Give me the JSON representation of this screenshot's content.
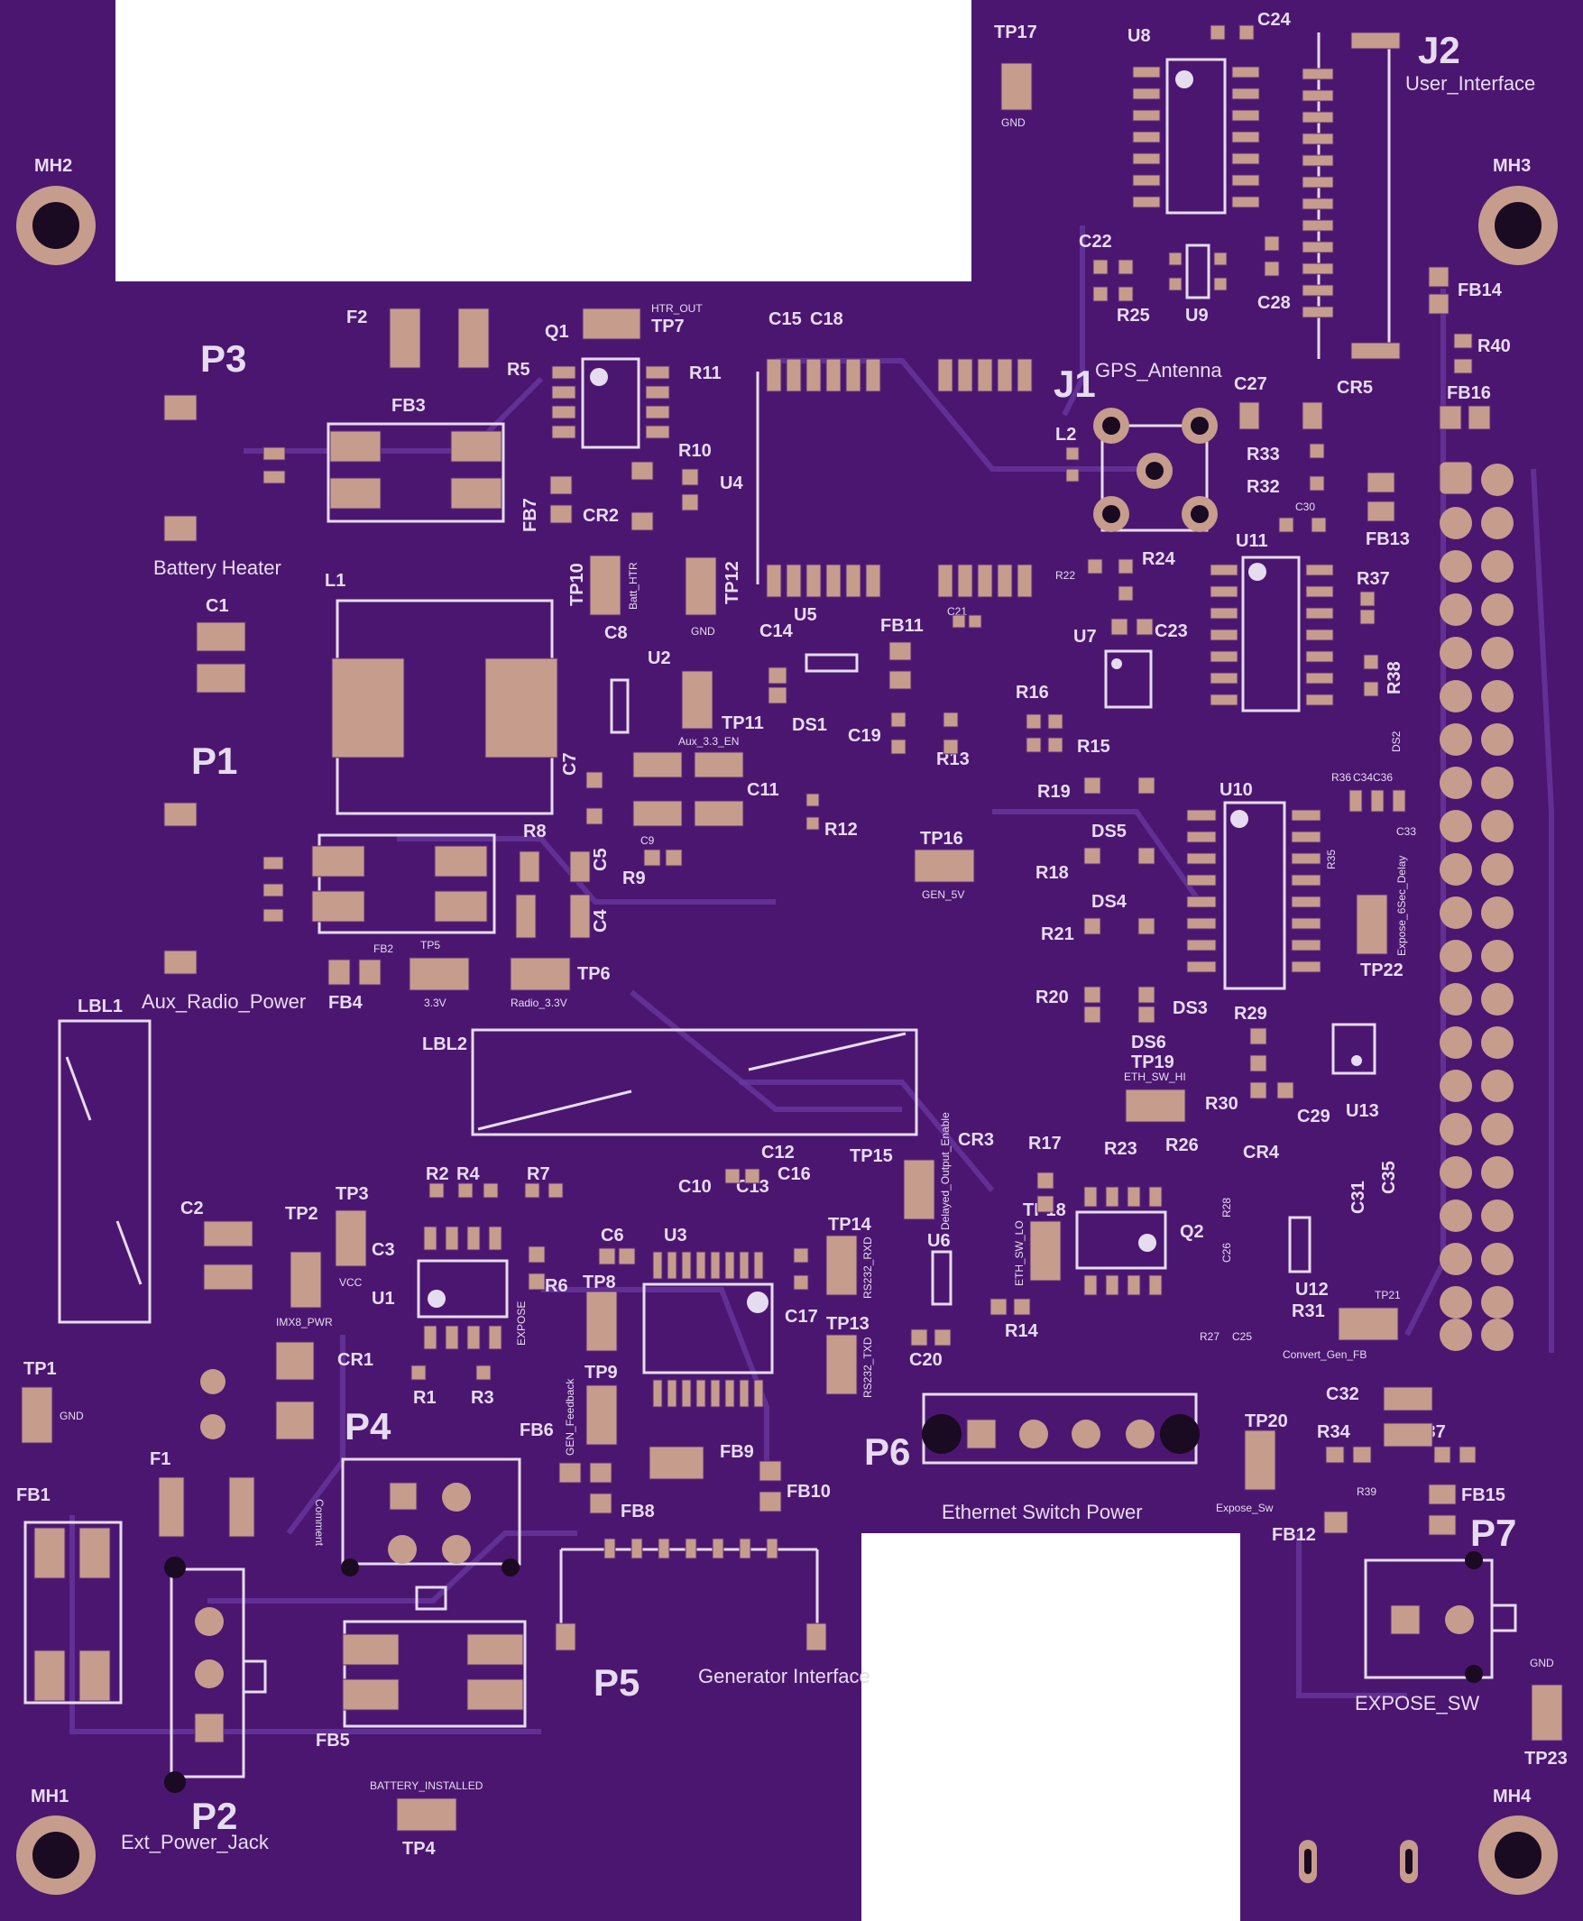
{
  "colors": {
    "board": "#4b1670",
    "cutout": "#ffffff",
    "pad": "#c69c8c",
    "silkscreen": "#e6dcef",
    "trace": "#6a3aa0",
    "hole": "#1a0a22"
  },
  "mounting_holes": [
    {
      "label": "MH1"
    },
    {
      "label": "MH2"
    },
    {
      "label": "MH3"
    },
    {
      "label": "MH4"
    }
  ],
  "connectors": {
    "P1": {
      "ref": "P1",
      "name": "Aux_Radio_Power"
    },
    "P2": {
      "ref": "P2",
      "name": "Ext_Power_Jack"
    },
    "P3": {
      "ref": "P3",
      "name": "Battery Heater"
    },
    "P4": {
      "ref": "P4",
      "name": "Comment"
    },
    "P5": {
      "ref": "P5",
      "name": "Generator Interface"
    },
    "P6": {
      "ref": "P6",
      "name": "Ethernet Switch Power"
    },
    "P7": {
      "ref": "P7",
      "name": "EXPOSE_SW"
    },
    "J1": {
      "ref": "J1",
      "name": "GPS_Antenna"
    },
    "J2": {
      "ref": "J2",
      "name": "User_Interface"
    }
  },
  "labels_LBL": [
    "LBL1",
    "LBL2"
  ],
  "test_points": [
    {
      "ref": "TP1",
      "note": "GND"
    },
    {
      "ref": "TP2",
      "note": "IMX8_PWR"
    },
    {
      "ref": "TP3",
      "note": "VCC"
    },
    {
      "ref": "TP4",
      "note": "BATTERY_INSTALLED"
    },
    {
      "ref": "TP5",
      "note": "3.3V"
    },
    {
      "ref": "TP6",
      "note": "Radio_3.3V"
    },
    {
      "ref": "TP7",
      "note": "HTR_OUT"
    },
    {
      "ref": "TP8",
      "note": "EXPOSE"
    },
    {
      "ref": "TP9",
      "note": "GEN_Feedback"
    },
    {
      "ref": "TP10",
      "note": "Batt_HTR"
    },
    {
      "ref": "TP11",
      "note": "Aux_3.3_EN"
    },
    {
      "ref": "TP12",
      "note": "GND"
    },
    {
      "ref": "TP13",
      "note": "RS232_TXD"
    },
    {
      "ref": "TP14",
      "note": "RS232_RXD"
    },
    {
      "ref": "TP15",
      "note": "Delayed_Output_Enable"
    },
    {
      "ref": "TP16",
      "note": "GEN_5V"
    },
    {
      "ref": "TP17",
      "note": "GND"
    },
    {
      "ref": "TP18",
      "note": "ETH_SW_LO"
    },
    {
      "ref": "TP19",
      "note": "ETH_SW_HI"
    },
    {
      "ref": "TP20",
      "note": "Expose_Sw"
    },
    {
      "ref": "TP21",
      "note": "Convert_Gen_FB"
    },
    {
      "ref": "TP22",
      "note": "Expose_6Sec_Delay"
    },
    {
      "ref": "TP23",
      "note": "GND"
    }
  ],
  "ics": [
    "U1",
    "U2",
    "U3",
    "U4",
    "U5",
    "U6",
    "U7",
    "U8",
    "U9",
    "U10",
    "U11",
    "U12",
    "U13",
    "Q1",
    "Q2"
  ],
  "inductors": [
    "L1",
    "L2",
    "F1",
    "F2"
  ],
  "ferrites": [
    "FB1",
    "FB2",
    "FB3",
    "FB4",
    "FB5",
    "FB6",
    "FB7",
    "FB8",
    "FB9",
    "FB10",
    "FB11",
    "FB12",
    "FB13",
    "FB14",
    "FB15",
    "FB16"
  ],
  "diodes": [
    "CR1",
    "CR2",
    "CR3",
    "CR4",
    "CR5",
    "DS1",
    "DS2",
    "DS3",
    "DS4",
    "DS5",
    "DS6"
  ],
  "capacitors": [
    "C1",
    "C2",
    "C3",
    "C4",
    "C5",
    "C6",
    "C7",
    "C8",
    "C9",
    "C10",
    "C11",
    "C12",
    "C13",
    "C14",
    "C15",
    "C16",
    "C17",
    "C18",
    "C19",
    "C20",
    "C21",
    "C22",
    "C23",
    "C24",
    "C25",
    "C26",
    "C27",
    "C28",
    "C29",
    "C30",
    "C31",
    "C32",
    "C33",
    "C34",
    "C35",
    "C36",
    "C37"
  ],
  "resistors": [
    "R1",
    "R2",
    "R3",
    "R4",
    "R5",
    "R6",
    "R7",
    "R8",
    "R9",
    "R10",
    "R11",
    "R12",
    "R13",
    "R14",
    "R15",
    "R16",
    "R17",
    "R18",
    "R19",
    "R20",
    "R21",
    "R22",
    "R23",
    "R24",
    "R25",
    "R26",
    "R27",
    "R28",
    "R29",
    "R30",
    "R31",
    "R32",
    "R33",
    "R34",
    "R35",
    "R36",
    "R37",
    "R38",
    "R39",
    "R40"
  ]
}
